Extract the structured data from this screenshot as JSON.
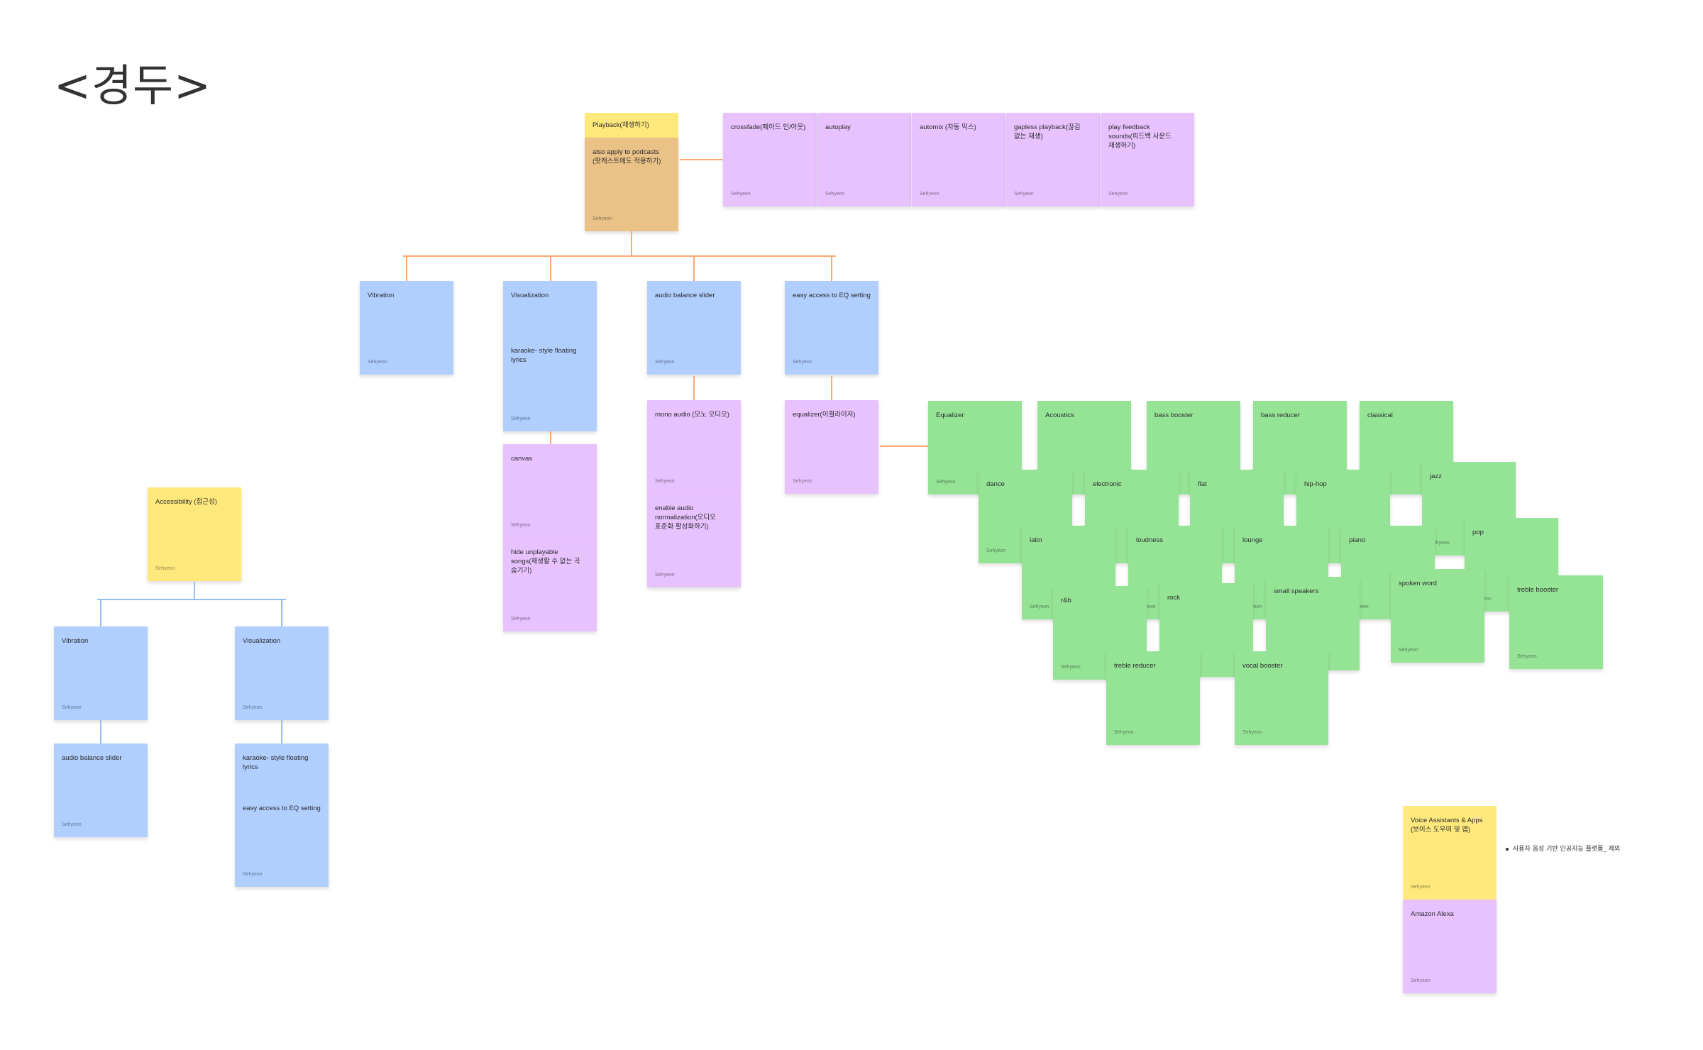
{
  "board_title": "<경두>",
  "author": "Sehyeon",
  "colors": {
    "yellow": "#ffe97c",
    "orange": "#eac287",
    "purple": "#e8c1ff",
    "blue": "#b0cfff",
    "green": "#95e496",
    "connector_orange": "#ffa672",
    "connector_blue": "#94bdf4"
  },
  "playback": {
    "header": "Playback(재생하기)",
    "body": "also apply to podcasts (팟캐스트에도 적용하기)",
    "options": [
      "crossfade(페이드 인/아웃)",
      "autoplay",
      "automix (자동 믹스)",
      "gapless playback(끊김 없는 재생)",
      "play feedback sounds(피드백 사운드 재생하기)"
    ],
    "children": {
      "vibration": "Vibration",
      "visualization": "Visualization",
      "visualization_sub": "karaoke- style floating lyrics",
      "audio_balance": "audio balance slider",
      "eq_access": "easy access to EQ setting",
      "canvas": "canvas",
      "hide_unplayable": "hide unplayable songs(재생할 수 없는 곡 숨기기)",
      "mono_audio": "mono audio (모노 오디오)",
      "normalization": "enable audio normalization(오디오 표준화 활성화하기)",
      "equalizer": "equalizer(이퀄라이저)"
    }
  },
  "equalizer_presets": [
    "Equalizer",
    "Acoustics",
    "bass booster",
    "bass reducer",
    "classical",
    "dance",
    "electronic",
    "flat",
    "hip-hop",
    "jazz",
    "latin",
    "loudness",
    "lounge",
    "piano",
    "pop",
    "r&b",
    "rock",
    "small speakers",
    "spoken word",
    "treble booster",
    "treble reducer",
    "vocal booster"
  ],
  "accessibility": {
    "header": "Accessibility (접근성)",
    "vibration": "Vibration",
    "visualization": "Visualization",
    "audio_balance": "audio balance slider",
    "karaoke": "karaoke- style floating lyrics",
    "eq_access": "easy access to EQ setting"
  },
  "voice": {
    "header": "Voice Assistants & Apps (보이스 도우미 및 앱)",
    "item": "Amazon Alexa",
    "note": "사용자 음성 기반 인공지능 플랫폼_ 제외"
  }
}
